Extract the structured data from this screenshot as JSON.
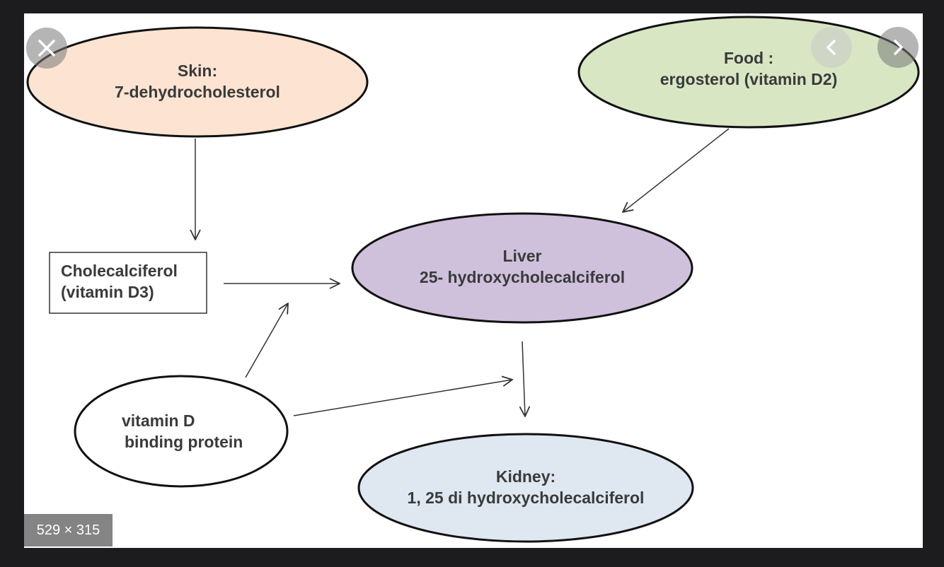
{
  "viewer": {
    "close_icon": "close-icon",
    "prev_icon": "chevron-left-icon",
    "next_icon": "chevron-right-icon",
    "dimensions": "529 × 315"
  },
  "diagram": {
    "skin": {
      "line1": "Skin:",
      "line2": "7-dehydrocholesterol",
      "fill": "#fde4d2"
    },
    "food": {
      "line1": "Food :",
      "line2": "ergosterol (vitamin D2)",
      "fill": "#d9e6c4"
    },
    "cholecalciferol": {
      "line1": "Cholecalciferol",
      "line2": "(vitamin D3)"
    },
    "liver": {
      "line1": "Liver",
      "line2": "25- hydroxycholecalciferol",
      "fill": "#cfc1dc"
    },
    "binding": {
      "line1": "vitamin D",
      "line2": "binding protein"
    },
    "kidney": {
      "line1": "Kidney:",
      "line2": "1, 25 di hydroxycholecalciferol",
      "fill": "#dfe7f1"
    }
  }
}
